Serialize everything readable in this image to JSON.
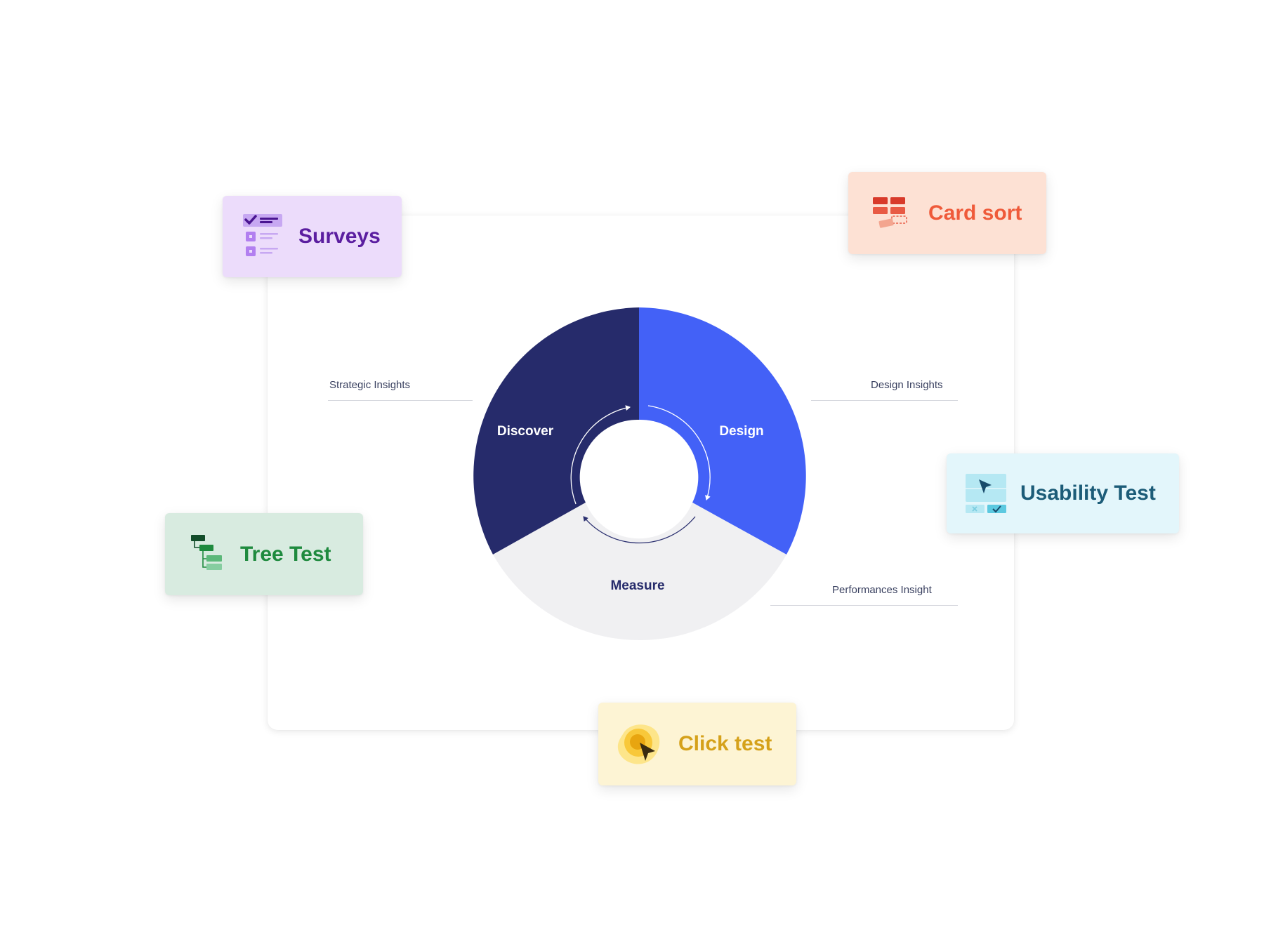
{
  "diagram": {
    "segments": [
      {
        "label": "Discover",
        "color": "#262b6b"
      },
      {
        "label": "Design",
        "color": "#4361f7"
      },
      {
        "label": "Measure",
        "color": "#f0f0f2"
      }
    ],
    "insights": {
      "strategic": "Strategic Insights",
      "design": "Design Insights",
      "performance": "Performances Insight"
    }
  },
  "cards": {
    "surveys": {
      "label": "Surveys",
      "icon": "survey-checklist-icon",
      "color": "#5b1ea0"
    },
    "card_sort": {
      "label": "Card sort",
      "icon": "card-sort-icon",
      "color": "#ef5a3a"
    },
    "usability_test": {
      "label": "Usability Test",
      "icon": "cursor-screen-icon",
      "color": "#1c5c78"
    },
    "tree_test": {
      "label": "Tree Test",
      "icon": "tree-hierarchy-icon",
      "color": "#1e8a3e"
    },
    "click_test": {
      "label": "Click test",
      "icon": "click-target-icon",
      "color": "#d5a11a"
    }
  }
}
